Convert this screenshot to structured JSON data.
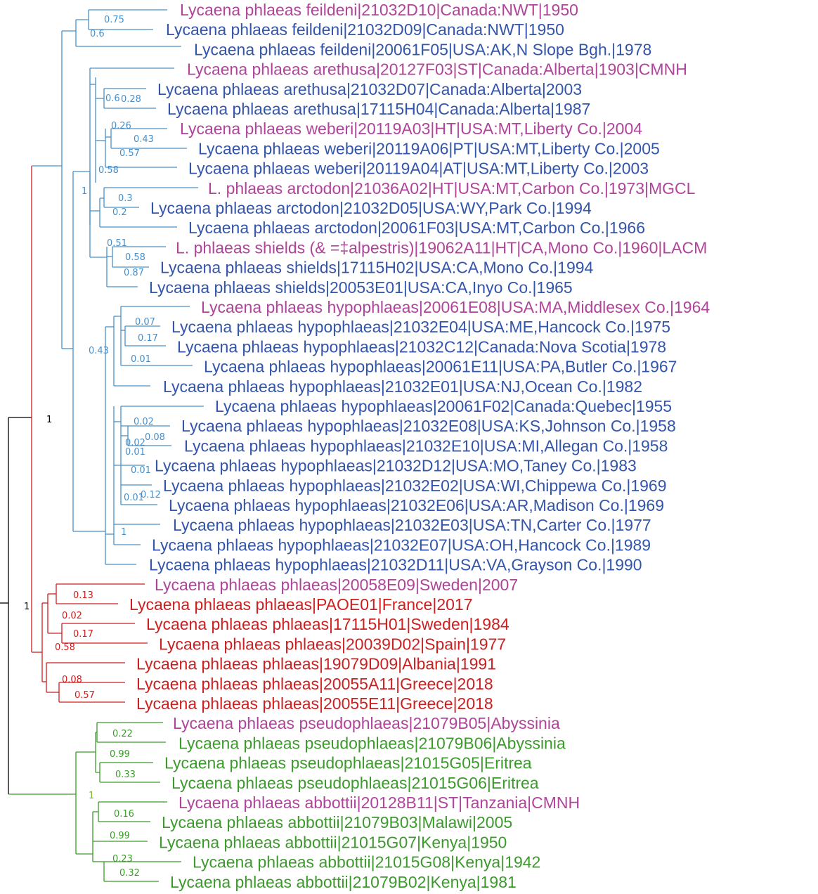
{
  "colors": {
    "blue_branch": "#4a90c8",
    "blue_text": "#3355aa",
    "red": "#cc1f1f",
    "green": "#3c9a2c",
    "magenta": "#b0449a",
    "black": "#000000",
    "support_green": "#7cb52e"
  },
  "tips": [
    {
      "label": "Lycaena phlaeas feildeni|21032D10|Canada:NWT|1950",
      "color": "magenta"
    },
    {
      "label": "Lycaena phlaeas feildeni|21032D09|Canada:NWT|1950",
      "color": "blue_text"
    },
    {
      "label": "Lycaena phlaeas feildeni|20061F05|USA:AK,N Slope Bgh.|1978",
      "color": "blue_text"
    },
    {
      "label": "Lycaena phlaeas arethusa|20127F03|ST|Canada:Alberta|1903|CMNH",
      "color": "magenta"
    },
    {
      "label": "Lycaena phlaeas arethusa|21032D07|Canada:Alberta|2003",
      "color": "blue_text"
    },
    {
      "label": "Lycaena phlaeas arethusa|17115H04|Canada:Alberta|1987",
      "color": "blue_text"
    },
    {
      "label": "Lycaena phlaeas weberi|20119A03|HT|USA:MT,Liberty Co.|2004",
      "color": "magenta"
    },
    {
      "label": "Lycaena phlaeas weberi|20119A06|PT|USA:MT,Liberty Co.|2005",
      "color": "blue_text"
    },
    {
      "label": "Lycaena phlaeas weberi|20119A04|AT|USA:MT,Liberty Co.|2003",
      "color": "blue_text"
    },
    {
      "label": "L. phlaeas arctodon|21036A02|HT|USA:MT,Carbon Co.|1973|MGCL",
      "color": "magenta"
    },
    {
      "label": "Lycaena phlaeas arctodon|21032D05|USA:WY,Park Co.|1994",
      "color": "blue_text"
    },
    {
      "label": "Lycaena phlaeas arctodon|20061F03|USA:MT,Carbon Co.|1966",
      "color": "blue_text"
    },
    {
      "label": "L. phlaeas shields (& =‡alpestris)|19062A11|HT|CA,Mono Co.|1960|LACM",
      "color": "magenta"
    },
    {
      "label": "Lycaena phlaeas shields|17115H02|USA:CA,Mono Co.|1994",
      "color": "blue_text"
    },
    {
      "label": "Lycaena phlaeas shields|20053E01|USA:CA,Inyo Co.|1965",
      "color": "blue_text"
    },
    {
      "label": "Lycaena phlaeas hypophlaeas|20061E08|USA:MA,Middlesex Co.|1964",
      "color": "magenta"
    },
    {
      "label": "Lycaena phlaeas hypophlaeas|21032E04|USA:ME,Hancock Co.|1975",
      "color": "blue_text"
    },
    {
      "label": "Lycaena phlaeas hypophlaeas|21032C12|Canada:Nova Scotia|1978",
      "color": "blue_text"
    },
    {
      "label": "Lycaena phlaeas hypophlaeas|20061E11|USA:PA,Butler Co.|1967",
      "color": "blue_text"
    },
    {
      "label": "Lycaena phlaeas hypophlaeas|21032E01|USA:NJ,Ocean Co.|1982",
      "color": "blue_text"
    },
    {
      "label": "Lycaena phlaeas hypophlaeas|20061F02|Canada:Quebec|1955",
      "color": "blue_text"
    },
    {
      "label": "Lycaena phlaeas hypophlaeas|21032E08|USA:KS,Johnson Co.|1958",
      "color": "blue_text"
    },
    {
      "label": "Lycaena phlaeas hypophlaeas|21032E10|USA:MI,Allegan Co.|1958",
      "color": "blue_text"
    },
    {
      "label": "Lycaena phlaeas hypophlaeas|21032D12|USA:MO,Taney Co.|1983",
      "color": "blue_text"
    },
    {
      "label": "Lycaena phlaeas hypophlaeas|21032E02|USA:WI,Chippewa Co.|1969",
      "color": "blue_text"
    },
    {
      "label": "Lycaena phlaeas hypophlaeas|21032E06|USA:AR,Madison Co.|1969",
      "color": "blue_text"
    },
    {
      "label": "Lycaena phlaeas hypophlaeas|21032E03|USA:TN,Carter Co.|1977",
      "color": "blue_text"
    },
    {
      "label": "Lycaena phlaeas hypophlaeas|21032E07|USA:OH,Hancock Co.|1989",
      "color": "blue_text"
    },
    {
      "label": "Lycaena phlaeas hypophlaeas|21032D11|USA:VA,Grayson Co.|1990",
      "color": "blue_text"
    },
    {
      "label": "Lycaena phlaeas phlaeas|20058E09|Sweden|2007",
      "color": "magenta"
    },
    {
      "label": "Lycaena phlaeas phlaeas|PAOE01|France|2017",
      "color": "red"
    },
    {
      "label": "Lycaena phlaeas phlaeas|17115H01|Sweden|1984",
      "color": "red"
    },
    {
      "label": "Lycaena phlaeas phlaeas|20039D02|Spain|1977",
      "color": "red"
    },
    {
      "label": "Lycaena phlaeas phlaeas|19079D09|Albania|1991",
      "color": "red"
    },
    {
      "label": "Lycaena phlaeas phlaeas|20055A11|Greece|2018",
      "color": "red"
    },
    {
      "label": "Lycaena phlaeas phlaeas|20055E11|Greece|2018",
      "color": "red"
    },
    {
      "label": "Lycaena phlaeas pseudophlaeas|21079B05|Abyssinia",
      "color": "magenta"
    },
    {
      "label": "Lycaena phlaeas pseudophlaeas|21079B06|Abyssinia",
      "color": "green"
    },
    {
      "label": "Lycaena phlaeas pseudophlaeas|21015G05|Eritrea",
      "color": "green"
    },
    {
      "label": "Lycaena phlaeas pseudophlaeas|21015G06|Eritrea",
      "color": "green"
    },
    {
      "label": "Lycaena phlaeas abbottii|20128B11|ST|Tanzania|CMNH",
      "color": "magenta"
    },
    {
      "label": "Lycaena phlaeas abbottii|21079B03|Malawi|2005",
      "color": "green"
    },
    {
      "label": "Lycaena phlaeas abbottii|21015G07|Kenya|1950",
      "color": "green"
    },
    {
      "label": "Lycaena phlaeas abbottii|21015G08|Kenya|1942",
      "color": "green"
    },
    {
      "label": "Lycaena phlaeas abbottii|21079B02|Kenya|1981",
      "color": "green"
    }
  ],
  "support_values": [
    {
      "text": "0.75",
      "color": "blue_branch"
    },
    {
      "text": "0.6",
      "color": "blue_branch"
    },
    {
      "text": "0.6",
      "color": "blue_branch"
    },
    {
      "text": "0.28",
      "color": "blue_branch"
    },
    {
      "text": "0.26",
      "color": "blue_branch"
    },
    {
      "text": "0.43",
      "color": "blue_branch"
    },
    {
      "text": "0.57",
      "color": "blue_branch"
    },
    {
      "text": "0.58",
      "color": "blue_branch"
    },
    {
      "text": "1",
      "color": "blue_branch"
    },
    {
      "text": "0.3",
      "color": "blue_branch"
    },
    {
      "text": "0.2",
      "color": "blue_branch"
    },
    {
      "text": "0.51",
      "color": "blue_branch"
    },
    {
      "text": "0.58",
      "color": "blue_branch"
    },
    {
      "text": "0.87",
      "color": "blue_branch"
    },
    {
      "text": "0.07",
      "color": "blue_branch"
    },
    {
      "text": "0.17",
      "color": "blue_branch"
    },
    {
      "text": "0.43",
      "color": "blue_branch"
    },
    {
      "text": "0.01",
      "color": "blue_branch"
    },
    {
      "text": "0.02",
      "color": "blue_branch"
    },
    {
      "text": "0.08",
      "color": "blue_branch"
    },
    {
      "text": "0.02",
      "color": "blue_branch"
    },
    {
      "text": "0.01",
      "color": "blue_branch"
    },
    {
      "text": "0.01",
      "color": "blue_branch"
    },
    {
      "text": "0.12",
      "color": "blue_branch"
    },
    {
      "text": "0.01",
      "color": "blue_branch"
    },
    {
      "text": "1",
      "color": "blue_branch"
    },
    {
      "text": "1",
      "color": "black"
    },
    {
      "text": "0.13",
      "color": "red"
    },
    {
      "text": "0.02",
      "color": "red"
    },
    {
      "text": "0.17",
      "color": "red"
    },
    {
      "text": "0.58",
      "color": "red"
    },
    {
      "text": "0.08",
      "color": "red"
    },
    {
      "text": "0.57",
      "color": "red"
    },
    {
      "text": "1",
      "color": "black"
    },
    {
      "text": "0.22",
      "color": "green"
    },
    {
      "text": "0.99",
      "color": "green"
    },
    {
      "text": "0.33",
      "color": "green"
    },
    {
      "text": "1",
      "color": "support_green"
    },
    {
      "text": "0.16",
      "color": "green"
    },
    {
      "text": "0.99",
      "color": "green"
    },
    {
      "text": "0.23",
      "color": "green"
    },
    {
      "text": "0.32",
      "color": "green"
    }
  ]
}
